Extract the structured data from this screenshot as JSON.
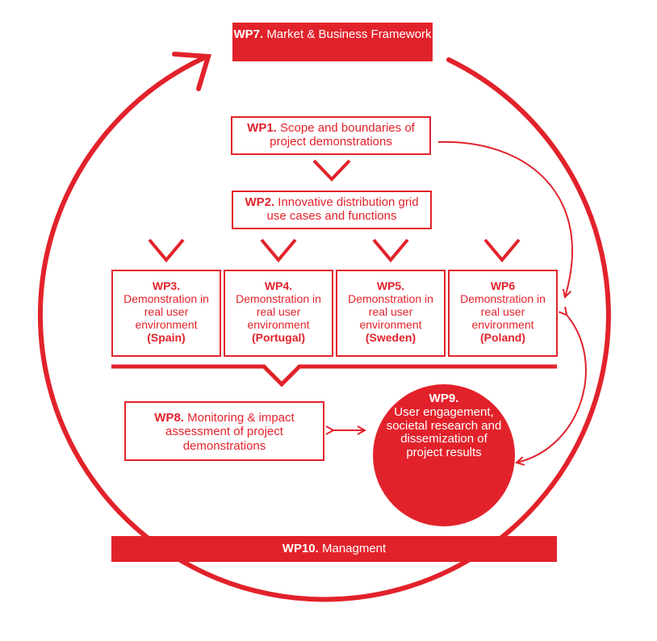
{
  "wp7": {
    "code": "WP7.",
    "title": "Market & Business Framework"
  },
  "wp1": {
    "code": "WP1.",
    "title": "Scope and boundaries of project demonstrations"
  },
  "wp2": {
    "code": "WP2.",
    "title": "Innovative distribution grid use cases and functions"
  },
  "demos": [
    {
      "code": "WP3.",
      "text": "Demonstration in real user environment",
      "country": "(Spain)"
    },
    {
      "code": "WP4.",
      "text": "Demonstration in real user environment",
      "country": "(Portugal)"
    },
    {
      "code": "WP5.",
      "text": "Demonstration in real user environment",
      "country": "(Sweden)"
    },
    {
      "code": "WP6",
      "text": "Demonstration in real user environment",
      "country": "(Poland)"
    }
  ],
  "wp8": {
    "code": "WP8.",
    "title": "Monitoring & impact assessment of project demonstrations"
  },
  "wp9": {
    "code": "WP9.",
    "title": "User engagement, societal research and dissemization of project results"
  },
  "wp10": {
    "code": "WP10.",
    "title": "Managment"
  },
  "colors": {
    "accent": "#e2222b",
    "background": "#ffffff"
  }
}
